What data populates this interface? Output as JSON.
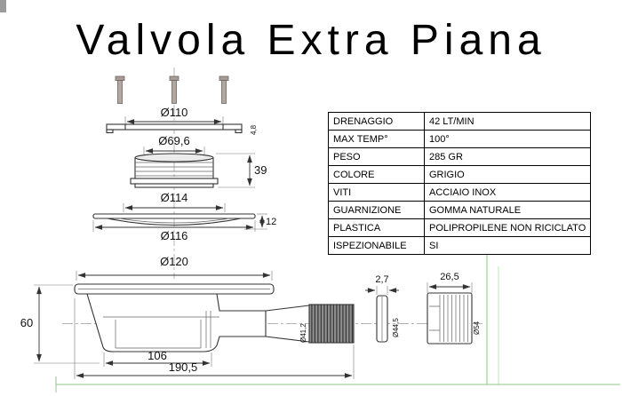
{
  "title": "Valvola Extra Piana",
  "spec_table": {
    "rows": [
      {
        "label": "DRENAGGIO",
        "value": "42 LT/MIN"
      },
      {
        "label": "MAX TEMP°",
        "value": "100°"
      },
      {
        "label": "PESO",
        "value": "285 GR"
      },
      {
        "label": "COLORE",
        "value": "GRIGIO"
      },
      {
        "label": "VITI",
        "value": "ACCIAIO INOX"
      },
      {
        "label": "GUARNIZIONE",
        "value": "GOMMA NATURALE"
      },
      {
        "label": "PLASTICA",
        "value": "POLIPROPILENE NON RICICLATO"
      },
      {
        "label": "ISPEZIONABILE",
        "value": "SI"
      }
    ]
  },
  "drawing": {
    "top_view": {
      "dia_grid": "Ø110",
      "grid_thickness": "4,8",
      "dia_inner": "Ø69,6",
      "height_top": "39",
      "dia_plate": "Ø114",
      "dia_gasket": "Ø116",
      "gasket_stack_thickness": "12",
      "dia_body": "Ø120"
    },
    "side_view": {
      "height_total": "60",
      "washer_thickness": "2,7",
      "nut_length": "26,5",
      "body_length": "106",
      "total_length": "190,5",
      "dia_outlet": "Ø41,2",
      "dia_thread": "Ø44,5",
      "dia_nut": "Ø54"
    }
  },
  "colors": {
    "line": "#333333",
    "accent_green": "#8fca86"
  }
}
